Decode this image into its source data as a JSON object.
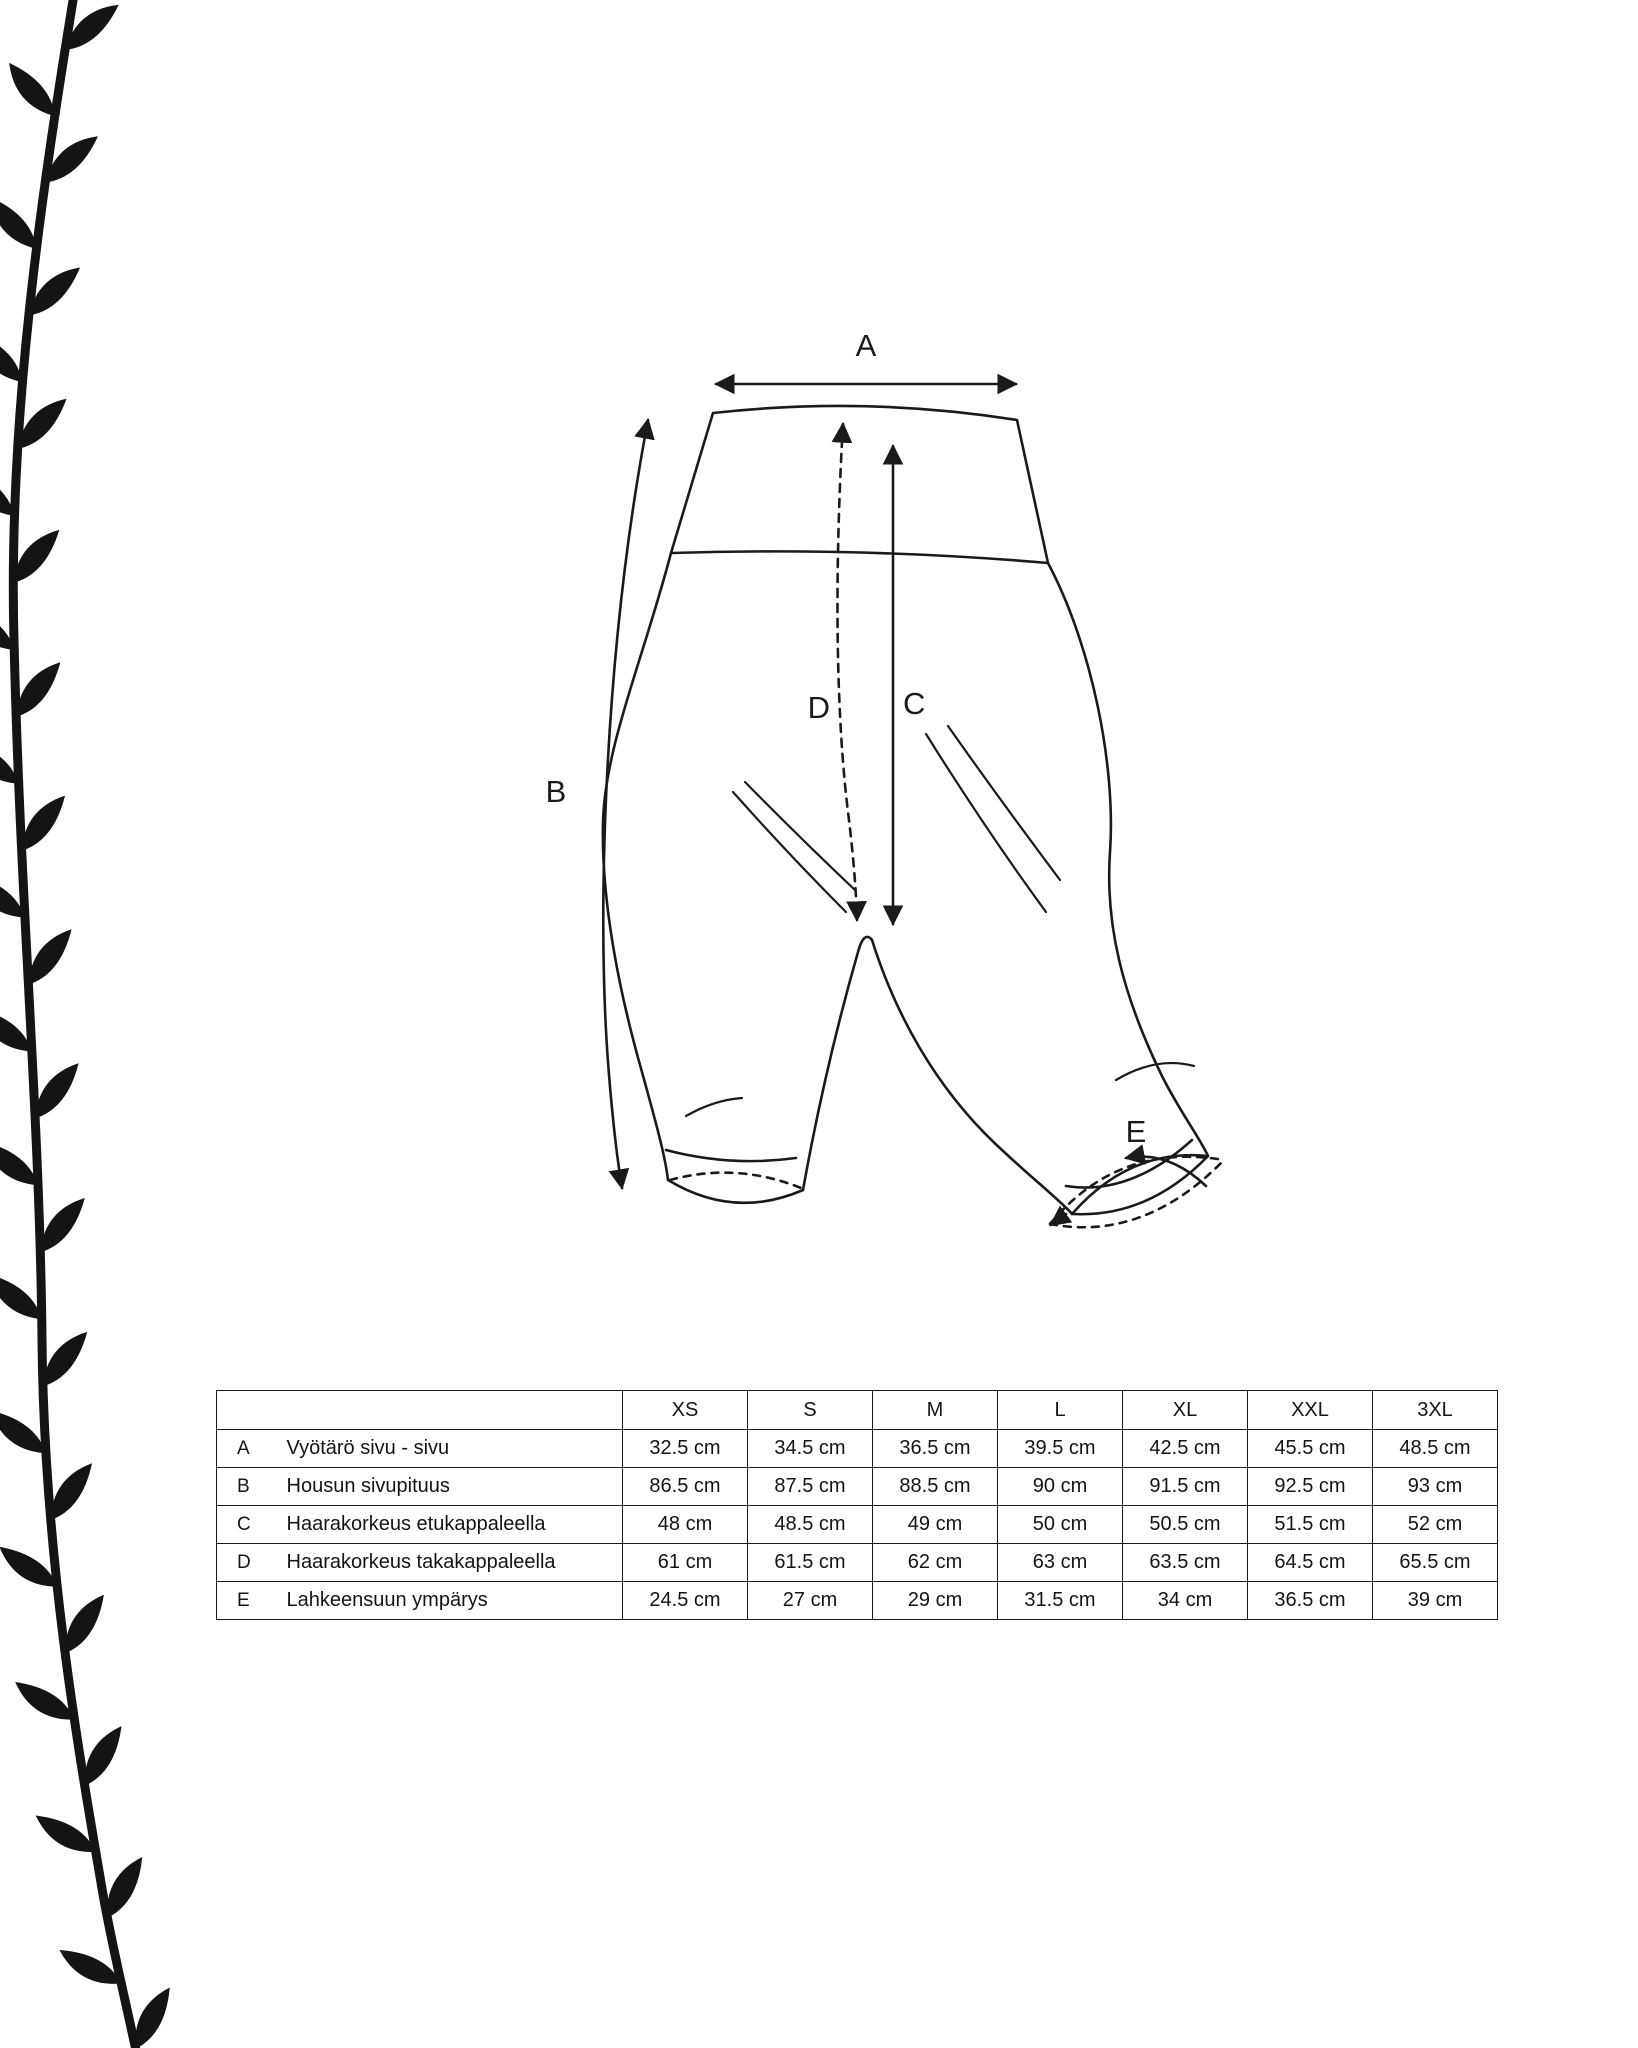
{
  "colors": {
    "ink": "#1a1a1a",
    "background": "#ffffff"
  },
  "diagram": {
    "labels": {
      "a": "A",
      "b": "B",
      "c": "C",
      "d": "D",
      "e": "E"
    }
  },
  "table": {
    "header": [
      "XS",
      "S",
      "M",
      "L",
      "XL",
      "XXL",
      "3XL"
    ],
    "rows": [
      {
        "letter": "A",
        "label": "Vyötärö sivu - sivu",
        "values": [
          "32.5 cm",
          "34.5 cm",
          "36.5 cm",
          "39.5 cm",
          "42.5 cm",
          "45.5 cm",
          "48.5 cm"
        ]
      },
      {
        "letter": "B",
        "label": "Housun sivupituus",
        "values": [
          "86.5 cm",
          "87.5 cm",
          "88.5 cm",
          "90 cm",
          "91.5 cm",
          "92.5 cm",
          "93 cm"
        ]
      },
      {
        "letter": "C",
        "label": "Haarakorkeus etukappaleella",
        "values": [
          "48 cm",
          "48.5 cm",
          "49 cm",
          "50 cm",
          "50.5 cm",
          "51.5 cm",
          "52 cm"
        ]
      },
      {
        "letter": "D",
        "label": "Haarakorkeus takakappaleella",
        "values": [
          "61 cm",
          "61.5 cm",
          "62 cm",
          "63 cm",
          "63.5 cm",
          "64.5 cm",
          "65.5 cm"
        ]
      },
      {
        "letter": "E",
        "label": "Lahkeensuun ympärys",
        "values": [
          "24.5 cm",
          "27 cm",
          "29 cm",
          "31.5 cm",
          "34 cm",
          "36.5 cm",
          "39 cm"
        ]
      }
    ]
  }
}
